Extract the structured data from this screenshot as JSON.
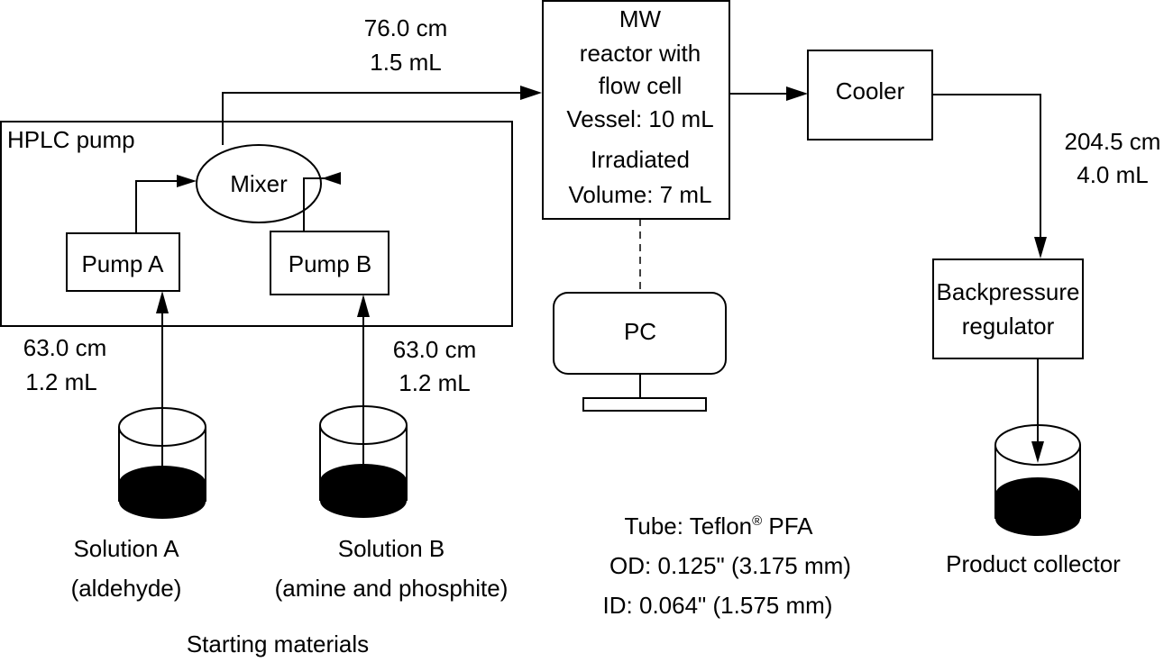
{
  "diagram": {
    "hplc_pump": {
      "label": "HPLC pump"
    },
    "mixer": {
      "label": "Mixer"
    },
    "pump_a": {
      "label": "Pump A"
    },
    "pump_b": {
      "label": "Pump B"
    },
    "tube_mixer_to_reactor": {
      "length": "76.0 cm",
      "volume": "1.5 mL"
    },
    "tube_a": {
      "length": "63.0 cm",
      "volume": "1.2 mL"
    },
    "tube_b": {
      "length": "63.0 cm",
      "volume": "1.2 mL"
    },
    "tube_cooler_to_bpr": {
      "length": "204.5 cm",
      "volume": "4.0 mL"
    },
    "reactor": {
      "lines": [
        "MW",
        "reactor with",
        "flow cell",
        "Vessel: 10 mL",
        "Irradiated",
        "Volume: 7 mL"
      ]
    },
    "cooler": {
      "label": "Cooler"
    },
    "pc": {
      "label": "PC"
    },
    "backpressure_regulator": {
      "lines": [
        "Backpressure",
        "regulator"
      ]
    },
    "solution_a": {
      "name": "Solution A",
      "contents": "(aldehyde)"
    },
    "solution_b": {
      "name": "Solution B",
      "contents": "(amine and phosphite)"
    },
    "starting_materials": {
      "label": "Starting materials"
    },
    "product_collector": {
      "label": "Product collector"
    },
    "tube_spec": {
      "material_prefix": "Tube:  Teflon",
      "registered_mark": "®",
      "material_suffix": " PFA",
      "od": "OD: 0.125\" (3.175 mm)",
      "id": "ID: 0.064\" (1.575 mm)"
    }
  }
}
